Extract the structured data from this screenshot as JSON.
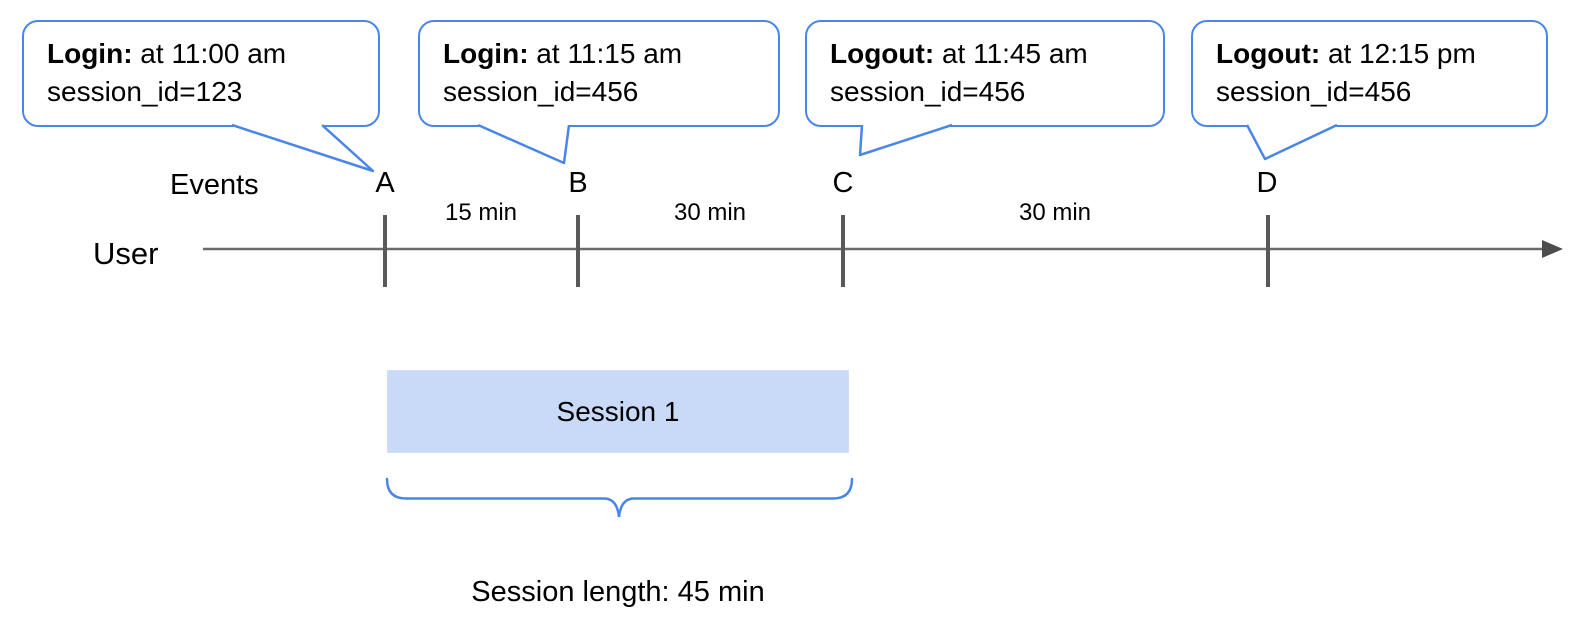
{
  "callouts": [
    {
      "event": "A",
      "bold": "Login:",
      "text": " at 11:00 am",
      "line2": "session_id=123"
    },
    {
      "event": "B",
      "bold": "Login:",
      "text": " at 11:15 am",
      "line2": "session_id=456"
    },
    {
      "event": "C",
      "bold": "Logout:",
      "text": " at 11:45 am",
      "line2": "session_id=456"
    },
    {
      "event": "D",
      "bold": "Logout:",
      "text": " at 12:15 pm",
      "line2": "session_id=456"
    }
  ],
  "timeline": {
    "events_label": "Events",
    "user_label": "User",
    "event_marks": [
      {
        "label": "A"
      },
      {
        "label": "B"
      },
      {
        "label": "C"
      },
      {
        "label": "D"
      }
    ],
    "intervals": [
      {
        "label": "15 min"
      },
      {
        "label": "30 min"
      },
      {
        "label": "30 min"
      }
    ]
  },
  "session": {
    "label": "Session 1",
    "length_label": "Session length: 45 min"
  },
  "colors": {
    "accent_blue": "#4a86e8",
    "session_fill": "#c9daf8",
    "timeline_gray": "#6b6b6b",
    "tick_gray": "#595959",
    "arrow_gray": "#4d4d4d"
  }
}
